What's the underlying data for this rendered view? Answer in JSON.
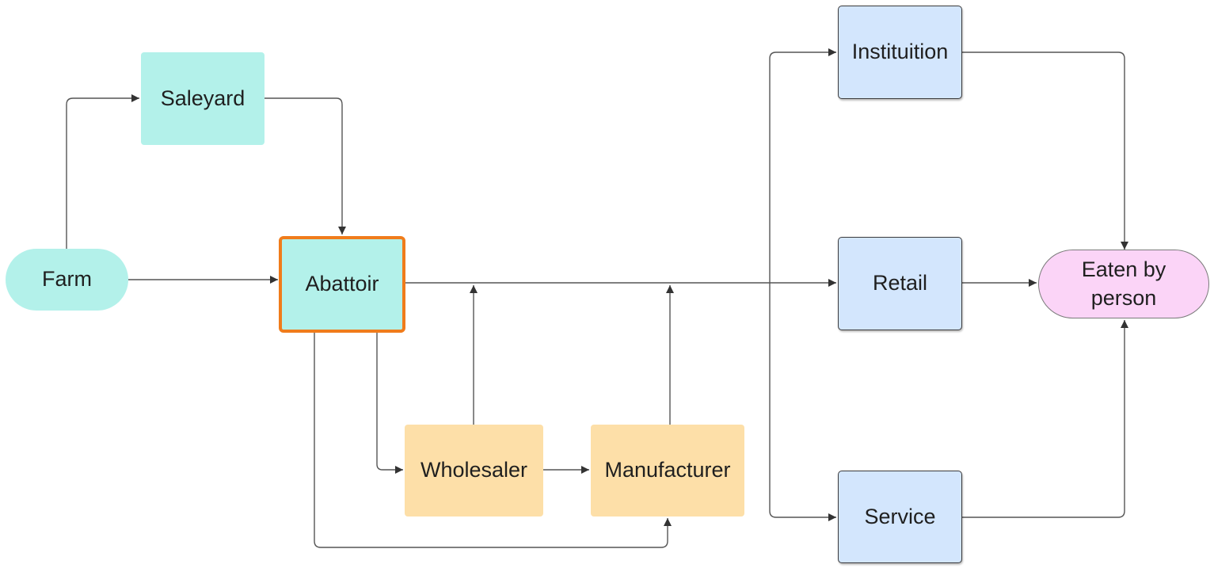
{
  "nodes": {
    "farm": "Farm",
    "saleyard": "Saleyard",
    "abattoir": "Abattoir",
    "wholesaler": "Wholesaler",
    "manufacturer": "Manufacturer",
    "institution": "Instituition",
    "retail": "Retail",
    "service": "Service",
    "eaten_line1": "Eaten by",
    "eaten_line2": "person"
  },
  "colors": {
    "teal": "#b3f1ea",
    "orange": "#fddfa8",
    "blue": "#d3e6fd",
    "pink": "#fbd4f7",
    "highlight": "#f07c1b",
    "connector": "#444444"
  }
}
